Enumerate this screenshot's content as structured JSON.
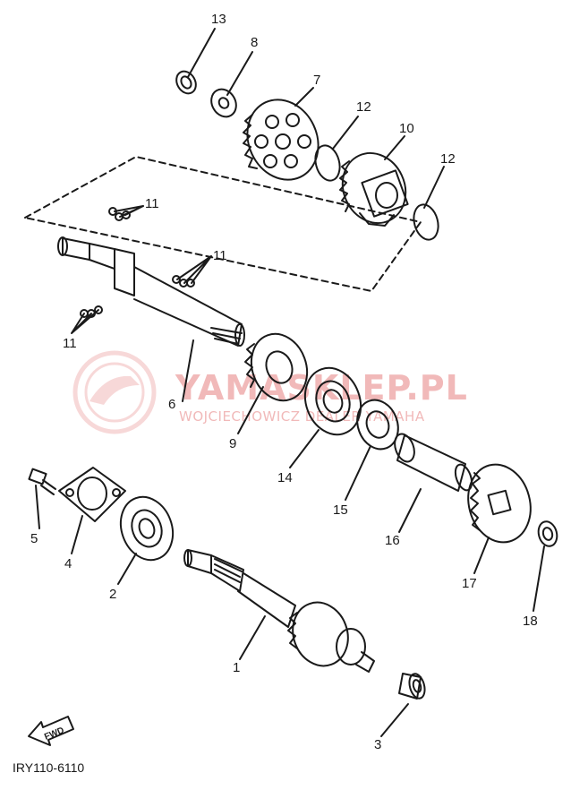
{
  "watermark": {
    "primary": "YAMASKLEP.PL",
    "secondary": "WOJCIECHOWICZ DEALER YAMAHA"
  },
  "diagram_code": "IRY110-6110",
  "direction_marker": "FWD",
  "callouts": {
    "c1": "1",
    "c2": "2",
    "c3": "3",
    "c4": "4",
    "c5": "5",
    "c6": "6",
    "c7": "7",
    "c8": "8",
    "c9": "9",
    "c10": "10",
    "c11a": "11",
    "c11b": "11",
    "c11c": "11",
    "c12a": "12",
    "c12b": "12",
    "c13": "13",
    "c14": "14",
    "c15": "15",
    "c16": "16",
    "c17": "17",
    "c18": "18"
  },
  "colors": {
    "ink": "#1a1a1a",
    "watermark": "#f1b9b9",
    "background": "#ffffff"
  }
}
